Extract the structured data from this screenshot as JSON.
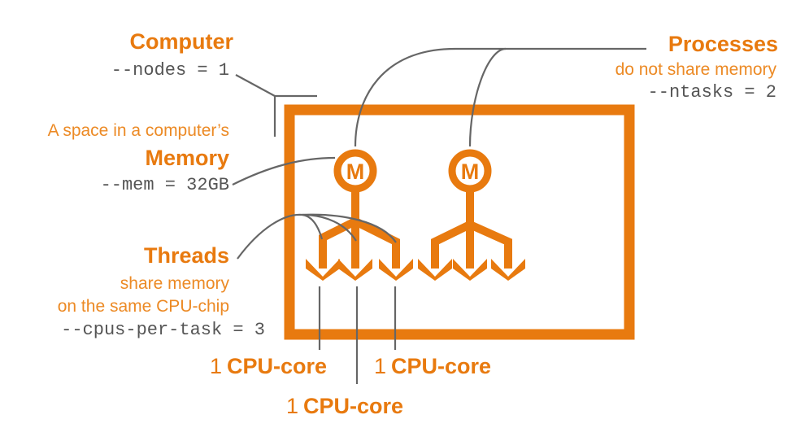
{
  "colors": {
    "accent": "#e87a0f",
    "accent_light": "#ec8a25",
    "connector": "#666666",
    "code_text": "#555555",
    "background": "#ffffff"
  },
  "computer": {
    "title": "Computer",
    "option": "--nodes = 1"
  },
  "memory": {
    "subtitle": "A space in a computer’s",
    "title": "Memory",
    "option": "--mem = 32GB"
  },
  "processes": {
    "title": "Processes",
    "subtitle": "do not share memory",
    "option": "--ntasks = 2",
    "count": 2,
    "memory_icon_letter": "M"
  },
  "threads": {
    "title": "Threads",
    "subtitle_line1": "share memory",
    "subtitle_line2": "on the same CPU-chip",
    "option": "--cpus-per-task = 3",
    "per_process": 3
  },
  "cpu_cores": [
    {
      "count": "1",
      "label": "CPU-core"
    },
    {
      "count": "1",
      "label": "CPU-core"
    },
    {
      "count": "1",
      "label": "CPU-core"
    }
  ]
}
